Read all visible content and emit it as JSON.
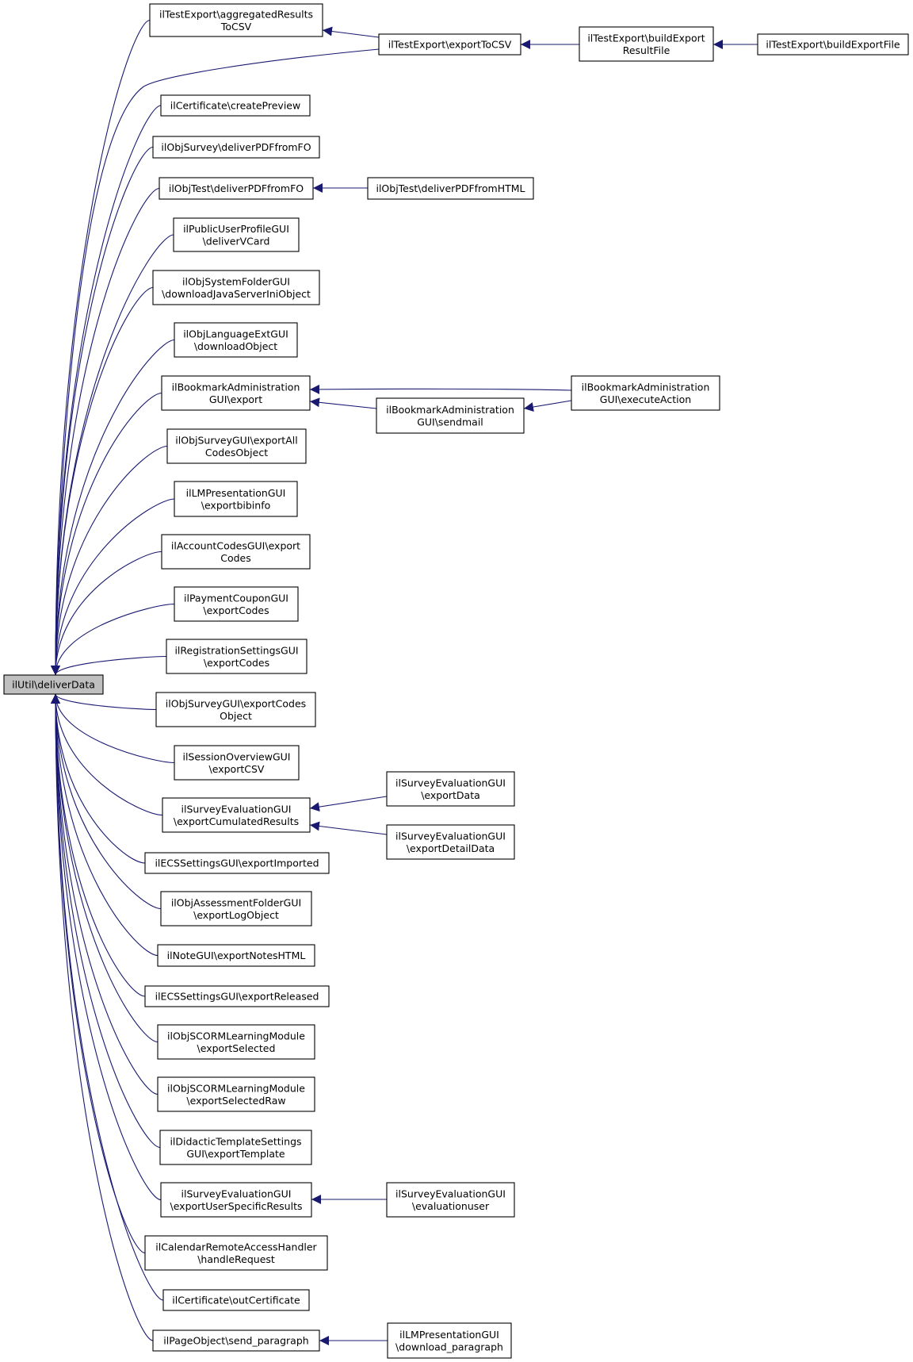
{
  "diagram": {
    "colors": {
      "edge": "#191970",
      "root_fill": "#bfbfbf",
      "node_fill": "#ffffff",
      "border": "#000000"
    },
    "root": {
      "id": "root",
      "lines": [
        "ilUtil\\deliverData"
      ]
    },
    "nodes": [
      {
        "id": "n1",
        "lines": [
          "ilTestExport\\aggregatedResults",
          "ToCSV"
        ]
      },
      {
        "id": "n2",
        "lines": [
          "ilTestExport\\exportToCSV"
        ]
      },
      {
        "id": "n3",
        "lines": [
          "ilCertificate\\createPreview"
        ]
      },
      {
        "id": "n4",
        "lines": [
          "ilObjSurvey\\deliverPDFfromFO"
        ]
      },
      {
        "id": "n5",
        "lines": [
          "ilObjTest\\deliverPDFfromFO"
        ]
      },
      {
        "id": "n6",
        "lines": [
          "ilPublicUserProfileGUI",
          "\\deliverVCard"
        ]
      },
      {
        "id": "n7",
        "lines": [
          "ilObjSystemFolderGUI",
          "\\downloadJavaServerIniObject"
        ]
      },
      {
        "id": "n8",
        "lines": [
          "ilObjLanguageExtGUI",
          "\\downloadObject"
        ]
      },
      {
        "id": "n9",
        "lines": [
          "ilBookmarkAdministration",
          "GUI\\export"
        ]
      },
      {
        "id": "n10",
        "lines": [
          "ilObjSurveyGUI\\exportAll",
          "CodesObject"
        ]
      },
      {
        "id": "n11",
        "lines": [
          "ilLMPresentationGUI",
          "\\exportbibinfo"
        ]
      },
      {
        "id": "n12",
        "lines": [
          "ilAccountCodesGUI\\export",
          "Codes"
        ]
      },
      {
        "id": "n13",
        "lines": [
          "ilPaymentCouponGUI",
          "\\exportCodes"
        ]
      },
      {
        "id": "n14",
        "lines": [
          "ilRegistrationSettingsGUI",
          "\\exportCodes"
        ]
      },
      {
        "id": "n15",
        "lines": [
          "ilObjSurveyGUI\\exportCodes",
          "Object"
        ]
      },
      {
        "id": "n16",
        "lines": [
          "ilSessionOverviewGUI",
          "\\exportCSV"
        ]
      },
      {
        "id": "n17",
        "lines": [
          "ilSurveyEvaluationGUI",
          "\\exportCumulatedResults"
        ]
      },
      {
        "id": "n18",
        "lines": [
          "ilECSSettingsGUI\\exportImported"
        ]
      },
      {
        "id": "n19",
        "lines": [
          "ilObjAssessmentFolderGUI",
          "\\exportLogObject"
        ]
      },
      {
        "id": "n20",
        "lines": [
          "ilNoteGUI\\exportNotesHTML"
        ]
      },
      {
        "id": "n21",
        "lines": [
          "ilECSSettingsGUI\\exportReleased"
        ]
      },
      {
        "id": "n22",
        "lines": [
          "ilObjSCORMLearningModule",
          "\\exportSelected"
        ]
      },
      {
        "id": "n23",
        "lines": [
          "ilObjSCORMLearningModule",
          "\\exportSelectedRaw"
        ]
      },
      {
        "id": "n24",
        "lines": [
          "ilDidacticTemplateSettings",
          "GUI\\exportTemplate"
        ]
      },
      {
        "id": "n25",
        "lines": [
          "ilSurveyEvaluationGUI",
          "\\exportUserSpecificResults"
        ]
      },
      {
        "id": "n26",
        "lines": [
          "ilCalendarRemoteAccessHandler",
          "\\handleRequest"
        ]
      },
      {
        "id": "n27",
        "lines": [
          "ilCertificate\\outCertificate"
        ]
      },
      {
        "id": "n28",
        "lines": [
          "ilPageObject\\send_paragraph"
        ]
      },
      {
        "id": "n29",
        "lines": [
          "ilTestExport\\buildExport",
          "ResultFile"
        ]
      },
      {
        "id": "n30",
        "lines": [
          "ilTestExport\\buildExportFile"
        ]
      },
      {
        "id": "n31",
        "lines": [
          "ilObjTest\\deliverPDFfromHTML"
        ]
      },
      {
        "id": "n32",
        "lines": [
          "ilBookmarkAdministration",
          "GUI\\sendmail"
        ]
      },
      {
        "id": "n33",
        "lines": [
          "ilBookmarkAdministration",
          "GUI\\executeAction"
        ]
      },
      {
        "id": "n34",
        "lines": [
          "ilSurveyEvaluationGUI",
          "\\exportData"
        ]
      },
      {
        "id": "n35",
        "lines": [
          "ilSurveyEvaluationGUI",
          "\\exportDetailData"
        ]
      },
      {
        "id": "n36",
        "lines": [
          "ilSurveyEvaluationGUI",
          "\\evaluationuser"
        ]
      },
      {
        "id": "n37",
        "lines": [
          "ilLMPresentationGUI",
          "\\download_paragraph"
        ]
      }
    ],
    "edges": [
      {
        "from": "n1",
        "to": "root"
      },
      {
        "from": "n2",
        "to": "root"
      },
      {
        "from": "n3",
        "to": "root"
      },
      {
        "from": "n4",
        "to": "root"
      },
      {
        "from": "n5",
        "to": "root"
      },
      {
        "from": "n6",
        "to": "root"
      },
      {
        "from": "n7",
        "to": "root"
      },
      {
        "from": "n8",
        "to": "root"
      },
      {
        "from": "n9",
        "to": "root"
      },
      {
        "from": "n10",
        "to": "root"
      },
      {
        "from": "n11",
        "to": "root"
      },
      {
        "from": "n12",
        "to": "root"
      },
      {
        "from": "n13",
        "to": "root"
      },
      {
        "from": "n14",
        "to": "root"
      },
      {
        "from": "n15",
        "to": "root"
      },
      {
        "from": "n16",
        "to": "root"
      },
      {
        "from": "n17",
        "to": "root"
      },
      {
        "from": "n18",
        "to": "root"
      },
      {
        "from": "n19",
        "to": "root"
      },
      {
        "from": "n20",
        "to": "root"
      },
      {
        "from": "n21",
        "to": "root"
      },
      {
        "from": "n22",
        "to": "root"
      },
      {
        "from": "n23",
        "to": "root"
      },
      {
        "from": "n24",
        "to": "root"
      },
      {
        "from": "n25",
        "to": "root"
      },
      {
        "from": "n26",
        "to": "root"
      },
      {
        "from": "n27",
        "to": "root"
      },
      {
        "from": "n28",
        "to": "root"
      },
      {
        "from": "n2",
        "to": "n1"
      },
      {
        "from": "n29",
        "to": "n2"
      },
      {
        "from": "n30",
        "to": "n29"
      },
      {
        "from": "n31",
        "to": "n5"
      },
      {
        "from": "n33",
        "to": "n9"
      },
      {
        "from": "n32",
        "to": "n9"
      },
      {
        "from": "n33",
        "to": "n32"
      },
      {
        "from": "n34",
        "to": "n17"
      },
      {
        "from": "n35",
        "to": "n17"
      },
      {
        "from": "n36",
        "to": "n25"
      },
      {
        "from": "n37",
        "to": "n28"
      }
    ]
  }
}
